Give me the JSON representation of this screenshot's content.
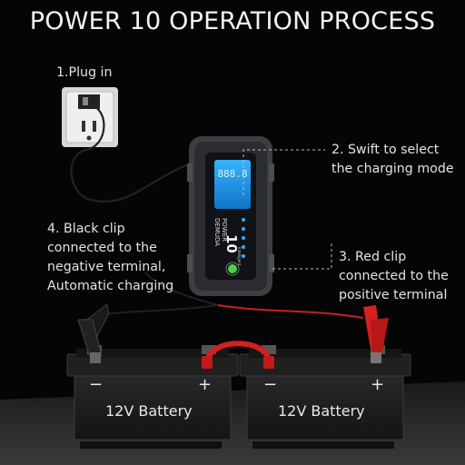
{
  "title": "POWER 10 OPERATION PROCESS",
  "steps": {
    "plug_in": "1.Plug in",
    "select_mode": "2. Swift to select\nthe charging mode",
    "red_clip": "3. Red clip\nconnected to the\npositive terminal",
    "black_clip": "4. Black clip\nconnected to the\nnegative terminal,\nAutomatic charging"
  },
  "charger": {
    "brand_lines": [
      "DEMUDA",
      "POWER"
    ],
    "model_number": "10",
    "model_sub": "Intelligent",
    "display_value": "888.8"
  },
  "batteries": [
    {
      "label": "12V Battery",
      "negative_symbol": "−",
      "positive_symbol": "+"
    },
    {
      "label": "12V Battery",
      "negative_symbol": "−",
      "positive_symbol": "+"
    }
  ],
  "colors": {
    "background": "#050505",
    "floor": "#2a2a2a",
    "red_clip": "#d4201f",
    "black_clip": "#1a1a1a",
    "screen": "#1a9be8"
  }
}
